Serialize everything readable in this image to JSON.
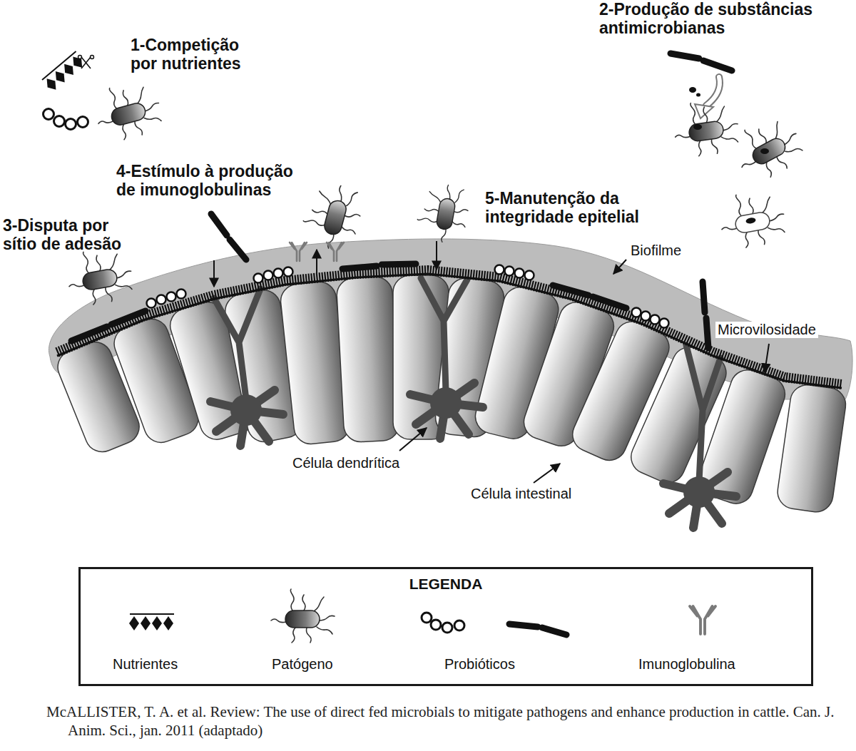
{
  "diagram": {
    "caption": "McALLISTER, T. A. et al. Review: The use of direct fed microbials to mitigate pathogens and enhance production in cattle. Can. J. Anim. Sci., jan. 2011 (adaptado)",
    "nodes": [
      {
        "text": [
          "LEGENDA"
        ]
      }
    ],
    "labels": [
      "1-Competição por nutrientes",
      "2-Produção de substâncias antimicrobianas",
      "3-Disputa por sítio de adesão",
      "4-Estímulo à produção de imunoglobulinas",
      "5-Manutenção da integridade epitelial",
      "Biofilme",
      "Microvilosidade",
      "Célula dendrítica",
      "Célula intestinal"
    ],
    "legend": [
      {
        "text": "Nutrientes"
      },
      {
        "text": "Patógeno"
      },
      {
        "text": "Probióticos"
      },
      {
        "text": "Imunoglobulina"
      }
    ]
  }
}
